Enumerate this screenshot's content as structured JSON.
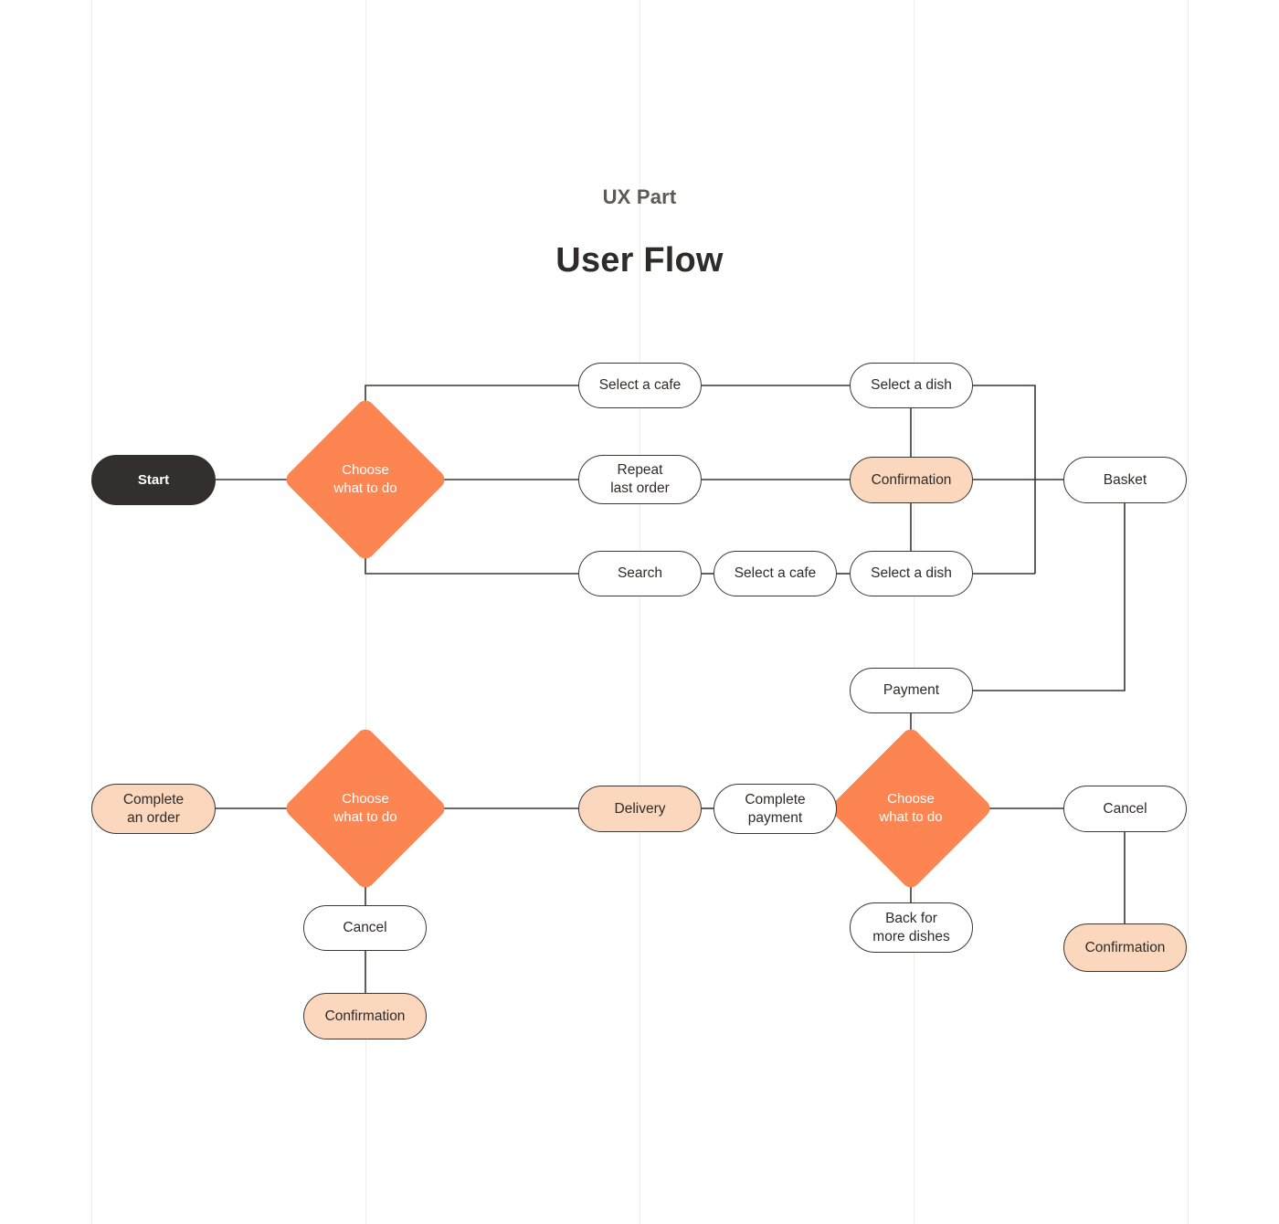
{
  "header": {
    "eyebrow": "UX Part",
    "title": "User Flow"
  },
  "colors": {
    "accent_orange": "#fd8551",
    "accent_peach": "#fad7bd",
    "dark": "#332f2d",
    "stroke": "#3b3735",
    "guide": "#f0eeed",
    "background": "#ffffff",
    "eyebrow_text": "#5f5853",
    "title_text": "#2e2b29"
  },
  "flow": {
    "nodes": {
      "start": "Start",
      "choose_1": "Choose\nwhat to do",
      "select_cafe_1": "Select a cafe",
      "select_dish_1": "Select a dish",
      "repeat_last_order": "Repeat\nlast order",
      "confirmation_1": "Confirmation",
      "basket": "Basket",
      "search": "Search",
      "select_cafe_2": "Select a cafe",
      "select_dish_2": "Select a dish",
      "payment": "Payment",
      "choose_2": "Choose\nwhat to do",
      "cancel_right": "Cancel",
      "confirmation_right": "Confirmation",
      "back_for_more_dishes": "Back for\nmore dishes",
      "complete_payment": "Complete\npayment",
      "delivery": "Delivery",
      "choose_3": "Choose\nwhat to do",
      "complete_an_order": "Complete\nan order",
      "cancel_left": "Cancel",
      "confirmation_left": "Confirmation"
    }
  }
}
